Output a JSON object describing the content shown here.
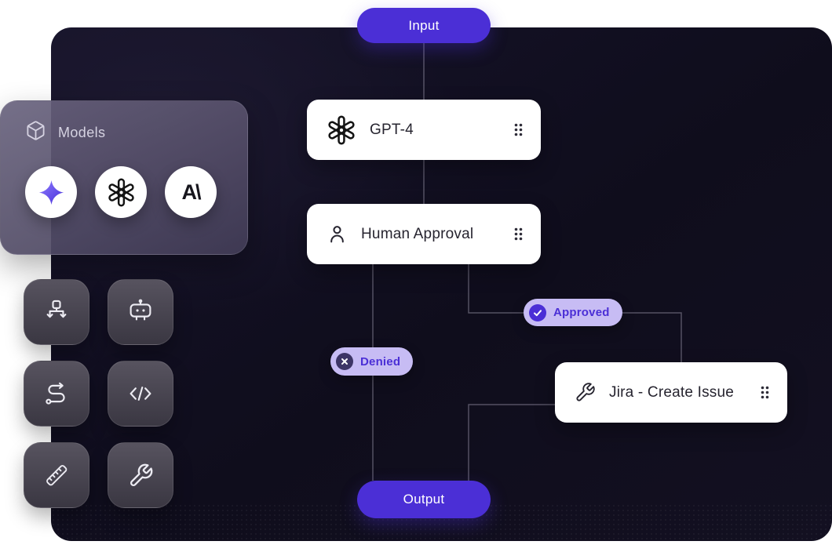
{
  "flow": {
    "input_label": "Input",
    "output_label": "Output",
    "nodes": [
      {
        "label": "GPT-4",
        "icon": "openai-icon"
      },
      {
        "label": "Human Approval",
        "icon": "person-icon"
      },
      {
        "label": "Jira - Create Issue",
        "icon": "wrench-icon"
      }
    ],
    "branches": {
      "approved_label": "Approved",
      "denied_label": "Denied"
    }
  },
  "models_panel": {
    "title": "Models",
    "items": [
      {
        "name": "gemini-model"
      },
      {
        "name": "openai-model"
      },
      {
        "name": "anthropic-model",
        "glyph": "A\\"
      }
    ]
  },
  "sidebar_tools": [
    {
      "name": "branch-tool"
    },
    {
      "name": "bot-tool"
    },
    {
      "name": "route-tool"
    },
    {
      "name": "code-tool"
    },
    {
      "name": "ruler-tool"
    },
    {
      "name": "wrench-tool"
    }
  ],
  "colors": {
    "accent": "#4b2fd6",
    "badge_bg": "#c7bcf4",
    "node_bg": "#ffffff",
    "canvas_bg": "#121021"
  }
}
